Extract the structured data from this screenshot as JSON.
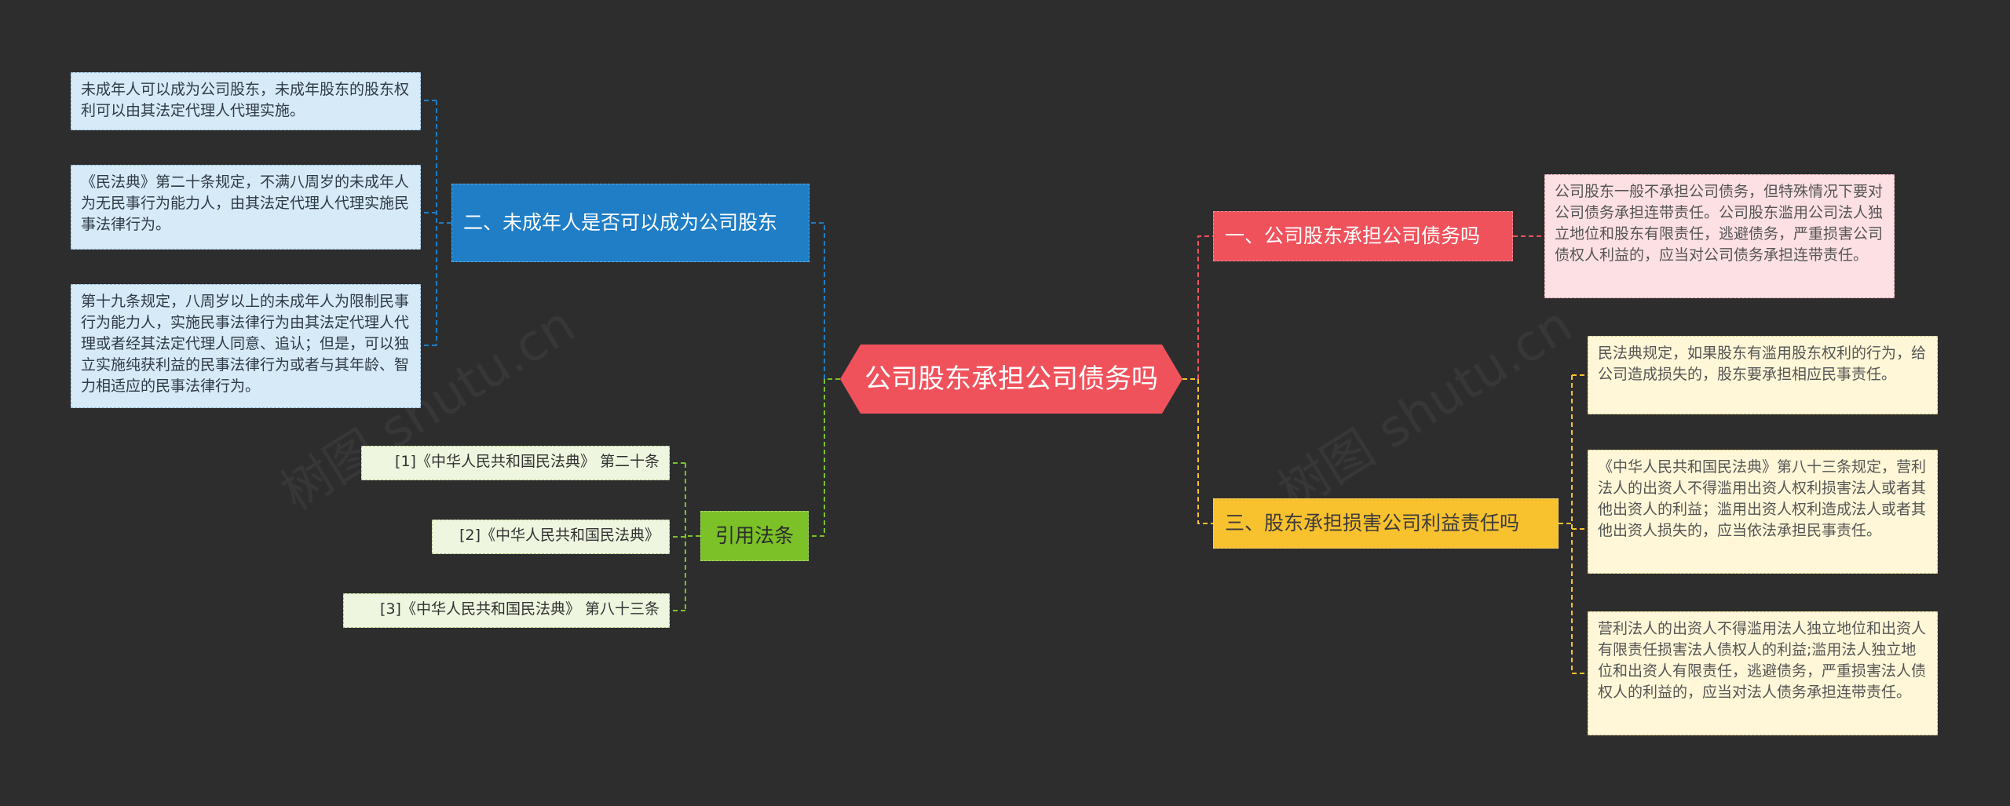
{
  "root": {
    "label": "公司股东承担公司债务吗"
  },
  "branches": {
    "b1": {
      "label": "一、公司股东承担公司债务吗",
      "color": "#f0525c"
    },
    "b2": {
      "label": "二、未成年人是否可以成为公司股东",
      "color": "#1f7ec6"
    },
    "b3": {
      "label": "三、股东承担损害公司利益责任吗",
      "color": "#f8c12e"
    },
    "b4": {
      "label": "引用法条",
      "color": "#7cc127"
    }
  },
  "leaves": {
    "b1": [
      "公司股东一般不承担公司债务，但特殊情况下要对公司债务承担连带责任。公司股东滥用公司法人独立地位和股东有限责任，逃避债务，严重损害公司债权人利益的，应当对公司债务承担连带责任。"
    ],
    "b2": [
      "未成年人可以成为公司股东，未成年股东的股东权利可以由其法定代理人代理实施。",
      "《民法典》第二十条规定，不满八周岁的未成年人为无民事行为能力人，由其法定代理人代理实施民事法律行为。",
      "第十九条规定，八周岁以上的未成年人为限制民事行为能力人，实施民事法律行为由其法定代理人代理或者经其法定代理人同意、追认；但是，可以独立实施纯获利益的民事法律行为或者与其年龄、智力相适应的民事法律行为。"
    ],
    "b3": [
      "民法典规定，如果股东有滥用股东权利的行为，给公司造成损失的，股东要承担相应民事责任。",
      "《中华人民共和国民法典》第八十三条规定，营利法人的出资人不得滥用出资人权利损害法人或者其他出资人的利益；滥用出资人权利造成法人或者其他出资人损失的，应当依法承担民事责任。",
      "营利法人的出资人不得滥用法人独立地位和出资人有限责任损害法人债权人的利益;滥用法人独立地位和出资人有限责任，逃避债务，严重损害法人债权人的利益的，应当对法人债务承担连带责任。"
    ],
    "b4": [
      "[1]《中华人民共和国民法典》 第二十条",
      "[2]《中华人民共和国民法典》",
      "[3]《中华人民共和国民法典》 第八十三条"
    ]
  }
}
